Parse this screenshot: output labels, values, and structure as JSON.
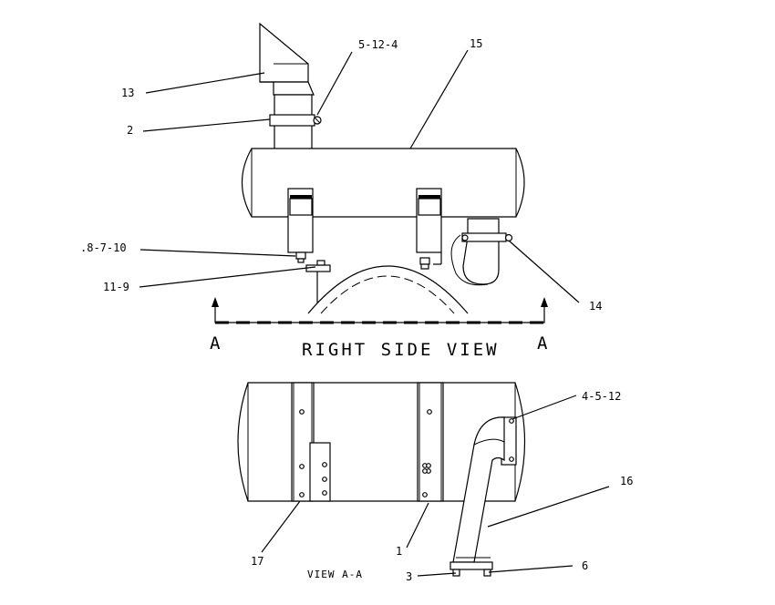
{
  "callouts": {
    "c13": "13",
    "c5_12_4": "5-12-4",
    "c15": "15",
    "c2": "2",
    "c8_7_10": ".8-7-10",
    "c11_9": "11-9",
    "c14": "14",
    "c4_5_12": "4-5-12",
    "c16": "16",
    "c17": "17",
    "c1": "1",
    "c3": "3",
    "c6": "6"
  },
  "section_marks": {
    "left": "A",
    "right": "A"
  },
  "view_titles": {
    "right_side": "RIGHT SIDE VIEW",
    "view_aa": "VIEW A-A"
  }
}
